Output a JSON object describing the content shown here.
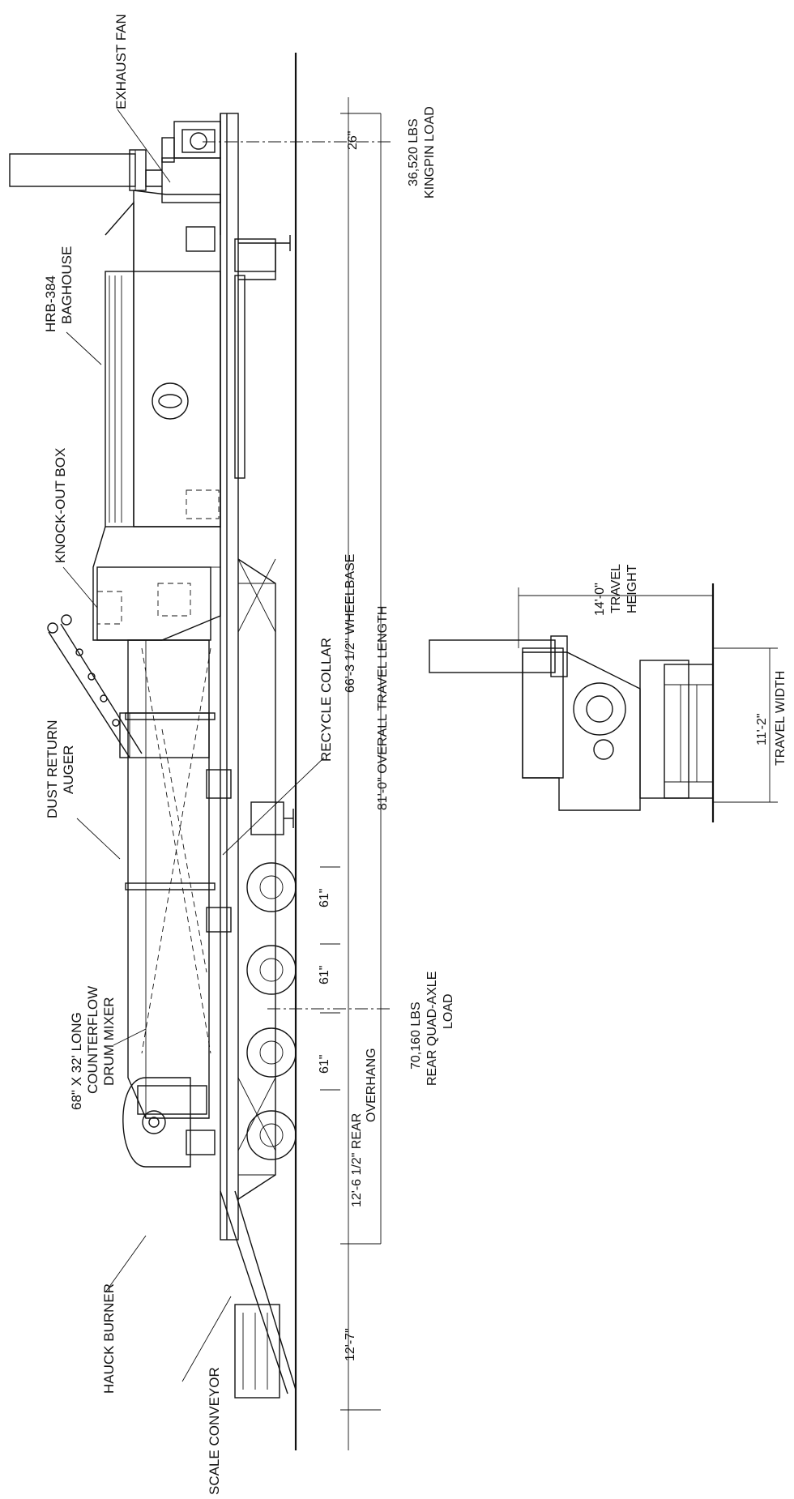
{
  "labels": {
    "exhaust_fan": "EXHAUST FAN",
    "baghouse_1": "HRB-384",
    "baghouse_2": "BAGHOUSE",
    "knockout_box": "KNOCK-OUT BOX",
    "dust_return_1": "DUST RETURN",
    "dust_return_2": "AUGER",
    "recycle_collar": "RECYCLE COLLAR",
    "drum_1": "68\" X 32' LONG",
    "drum_2": "COUNTERFLOW",
    "drum_3": "DRUM MIXER",
    "burner": "HAUCK BURNER",
    "scale_conveyor": "SCALE CONVEYOR"
  },
  "dimensions": {
    "kingpin_offset": "26\"",
    "kingpin_load_1": "36,520 LBS",
    "kingpin_load_2": "KINGPIN LOAD",
    "wheelbase": "66'-3 1/2\" WHEELBASE",
    "overall_length": "81'-0\" OVERALL TRAVEL LENGTH",
    "axle_spacing_1": "61\"",
    "axle_spacing_2": "61\"",
    "axle_spacing_3": "61\"",
    "rear_overhang_1": "12'-6 1/2\" REAR",
    "rear_overhang_2": "OVERHANG",
    "conveyor_overhang": "12'-7\"",
    "rear_axle_load_1": "70,160 LBS",
    "rear_axle_load_2": "REAR QUAD-AXLE",
    "rear_axle_load_3": "LOAD",
    "travel_height_1": "14'-0\"",
    "travel_height_2": "TRAVEL",
    "travel_height_3": "HEIGHT",
    "travel_width_1": "11'-2\"",
    "travel_width_2": "TRAVEL WIDTH"
  }
}
